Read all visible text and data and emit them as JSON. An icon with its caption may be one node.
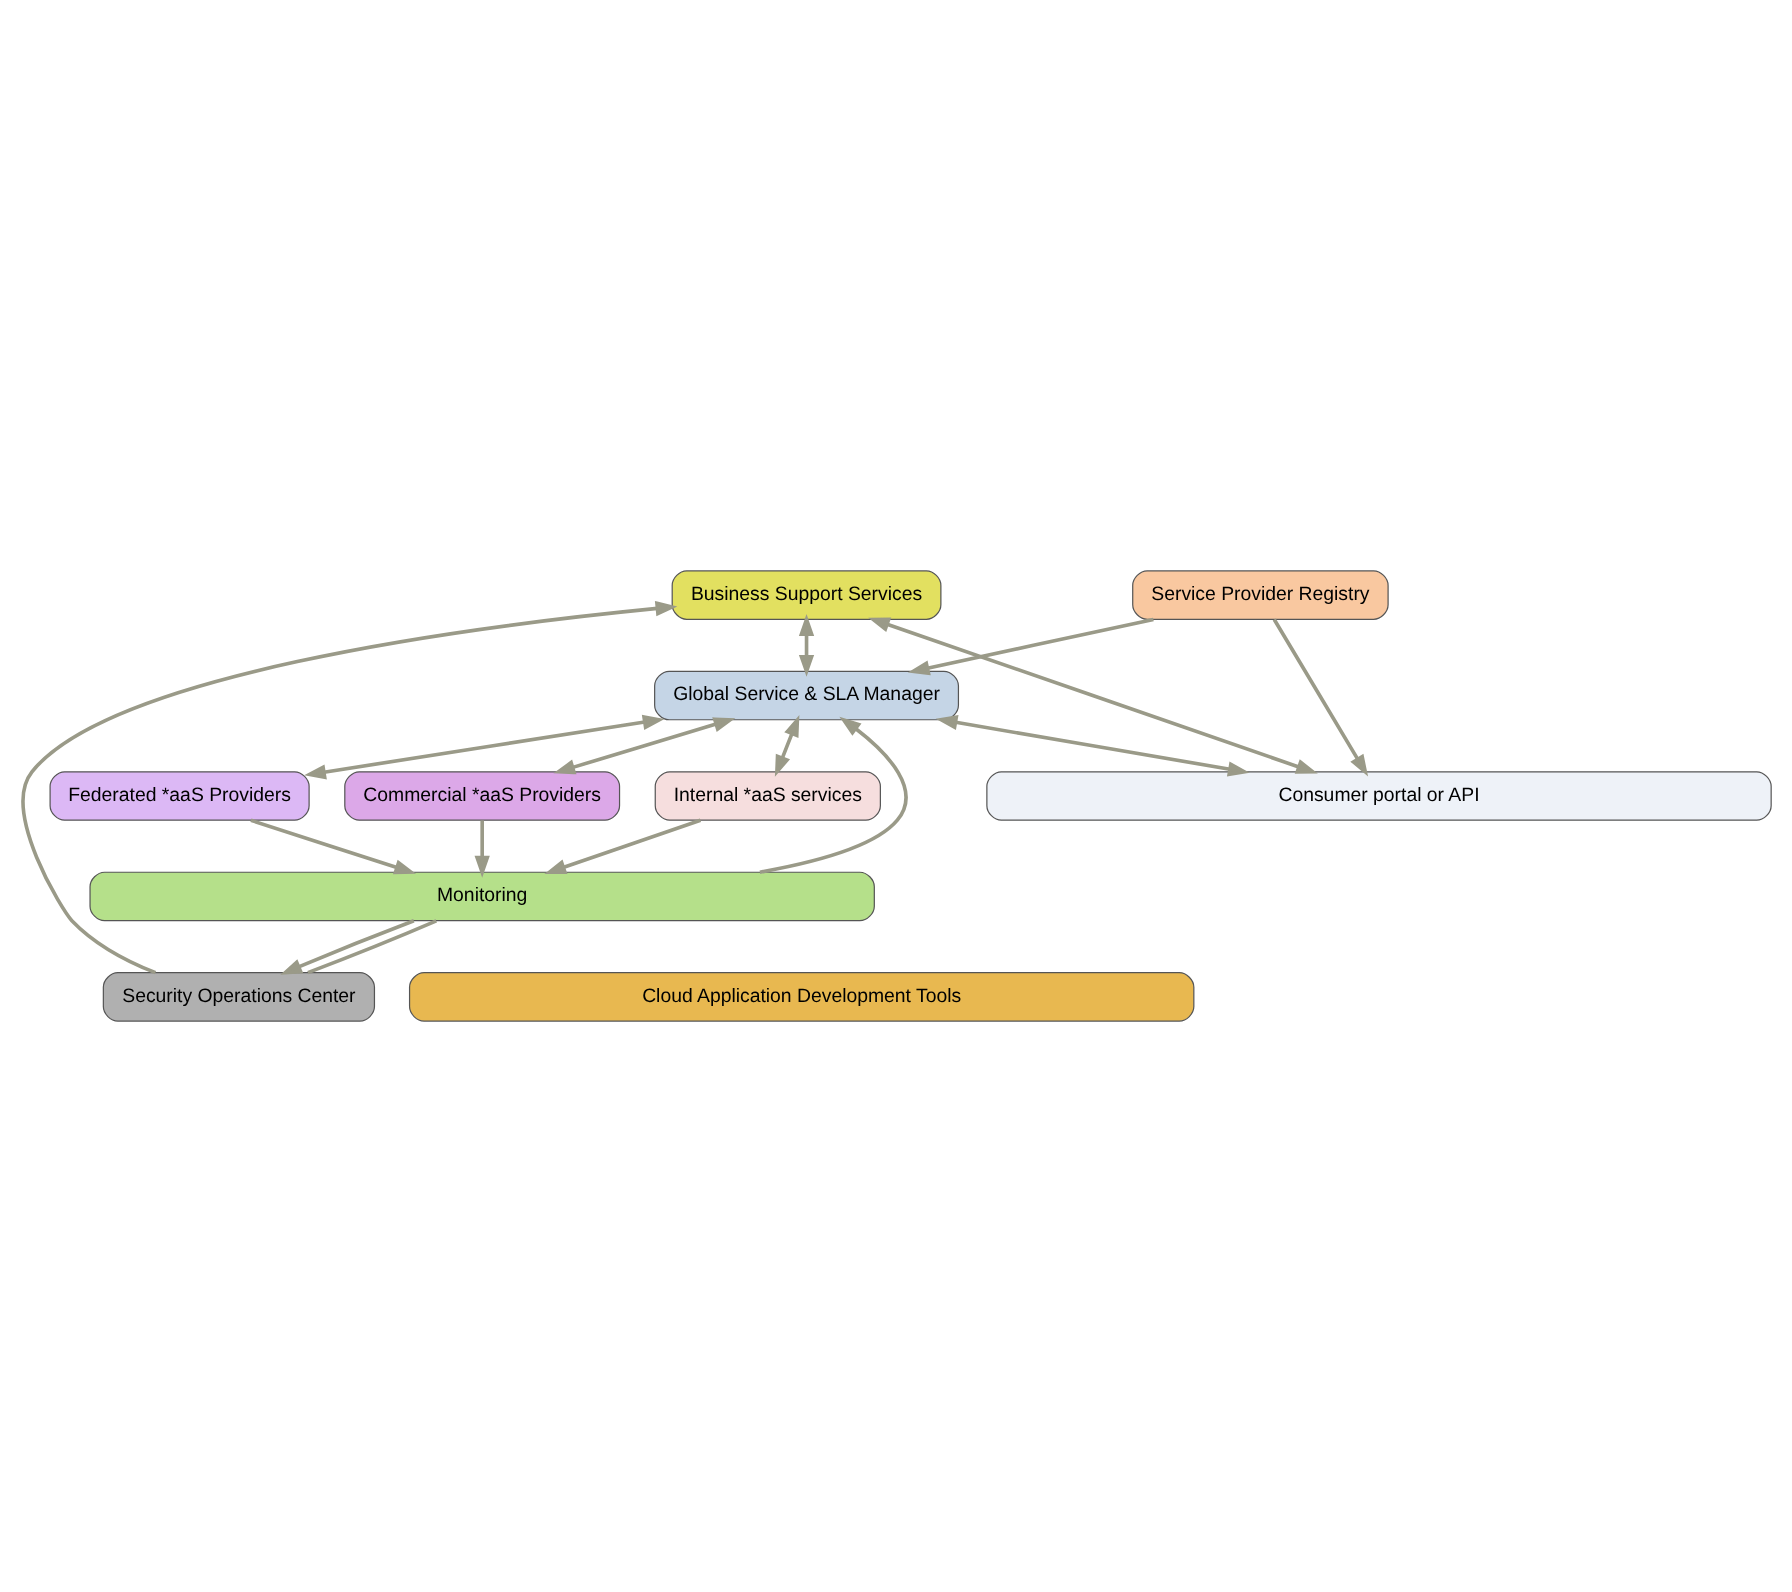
{
  "diagram": {
    "nodes": [
      {
        "text": [
          "Consumer portal or API"
        ]
      },
      {
        "text": [
          "Business Support Services"
        ]
      },
      {
        "text": [
          "Global Service & SLA Manager"
        ]
      },
      {
        "text": [
          "Service Provider Registry"
        ]
      },
      {
        "text": [
          "Federated *aaS Providers"
        ]
      },
      {
        "text": [
          "Commercial *aaS Providers"
        ]
      },
      {
        "text": [
          "Internal *aaS services"
        ]
      },
      {
        "text": [
          "Security Operations Center"
        ]
      },
      {
        "text": [
          "Monitoring"
        ]
      },
      {
        "text": [
          "Cloud Application Development Tools"
        ]
      }
    ],
    "edges": [
      {
        "from": 1,
        "to": 0,
        "arrow": "both"
      },
      {
        "from": 2,
        "to": 0,
        "arrow": "both"
      },
      {
        "from": 3,
        "to": 0,
        "arrow": "to"
      },
      {
        "from": 1,
        "to": 2,
        "arrow": "both"
      },
      {
        "from": 3,
        "to": 2,
        "arrow": "to"
      },
      {
        "from": 2,
        "to": 4,
        "arrow": "both"
      },
      {
        "from": 2,
        "to": 5,
        "arrow": "both"
      },
      {
        "from": 2,
        "to": 6,
        "arrow": "both"
      },
      {
        "from": 7,
        "to": 1,
        "arrow": "to"
      },
      {
        "from": 7,
        "to": 8,
        "arrow": "none"
      },
      {
        "from": 8,
        "to": 7,
        "arrow": "to"
      },
      {
        "from": 8,
        "to": 2,
        "arrow": "to"
      },
      {
        "from": 4,
        "to": 8,
        "arrow": "to"
      },
      {
        "from": 5,
        "to": 8,
        "arrow": "to"
      },
      {
        "from": 6,
        "to": 8,
        "arrow": "to"
      }
    ]
  }
}
